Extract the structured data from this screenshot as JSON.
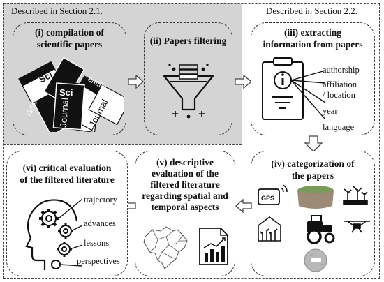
{
  "sections": {
    "left_label": "Described  in Section 2.1.",
    "right_label": "Described  in Section 2.2."
  },
  "steps": {
    "s1": {
      "title_line1": "(i) compilation of",
      "title_line2": "scientific papers"
    },
    "s2": {
      "title": "(ii) Papers filtering"
    },
    "s3": {
      "title_line1": "(iii) extracting",
      "title_line2": "information from papers",
      "labels": [
        "authorship",
        "affiliation",
        "/ location",
        "year",
        "language"
      ]
    },
    "s4": {
      "title_line1": "(iv) categorization of",
      "title_line2": "the papers",
      "gps_text": "GPS"
    },
    "s5": {
      "title_line1": "(v) descriptive",
      "title_line2": "evaluation of the",
      "title_line3": "filtered literature",
      "title_line4": "regarding spatial and",
      "title_line5": "temporal aspects"
    },
    "s6": {
      "title_line1": "(vi) critical evaluation",
      "title_line2": "of the filtered literature",
      "labels": [
        "trajectory",
        "advances",
        "lessons",
        "perspectives"
      ]
    }
  },
  "papers": {
    "texts": [
      "ISSN",
      "Sci",
      "entific",
      "Journal",
      "ISSN",
      "Journal",
      "Sci",
      "entific"
    ]
  },
  "colors": {
    "section_bg": "#d4d4d4",
    "border": "#333333"
  }
}
